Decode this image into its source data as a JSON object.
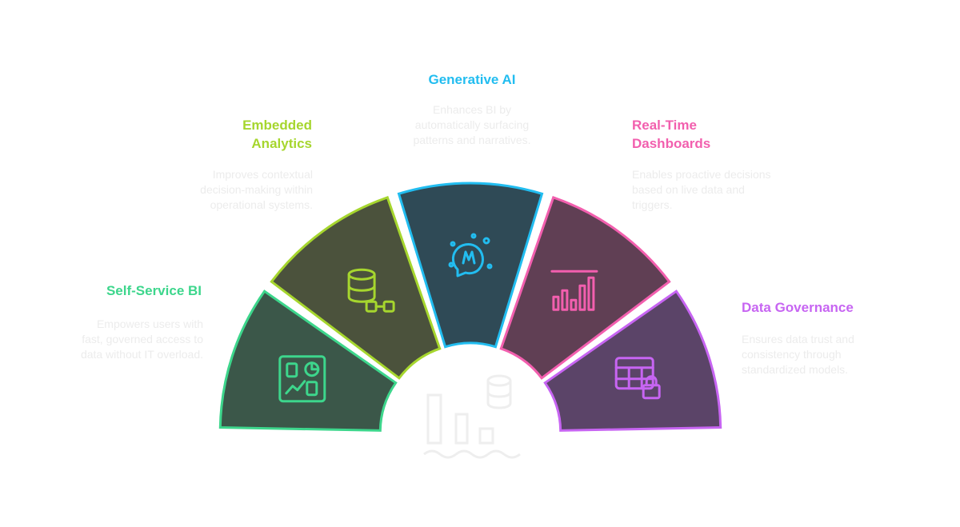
{
  "segments": [
    {
      "title": "Self-Service BI",
      "description": "Empowers users with fast, governed access to data without IT overload.",
      "stroke": "#3dd68c",
      "fill": "#3b5749",
      "icon": "dashboard-icon"
    },
    {
      "title": "Embedded Analytics",
      "description": "Improves contextual decision-making within operational systems.",
      "stroke": "#a6d62e",
      "fill": "#4b523c",
      "icon": "database-connection-icon"
    },
    {
      "title": "Generative AI",
      "description": "Enhances BI by automatically surfacing patterns and narratives.",
      "stroke": "#22bdf0",
      "fill": "#2f4a56",
      "icon": "ai-bubble-icon"
    },
    {
      "title": "Real-Time Dashboards",
      "description": "Enables proactive decisions based on live data and triggers.",
      "stroke": "#f25fae",
      "fill": "#603f54",
      "icon": "bar-chart-icon"
    },
    {
      "title": "Data Governance",
      "description": "Ensures data trust and consistency through standardized models.",
      "stroke": "#c765f2",
      "fill": "#5b4468",
      "icon": "table-lock-icon"
    }
  ]
}
